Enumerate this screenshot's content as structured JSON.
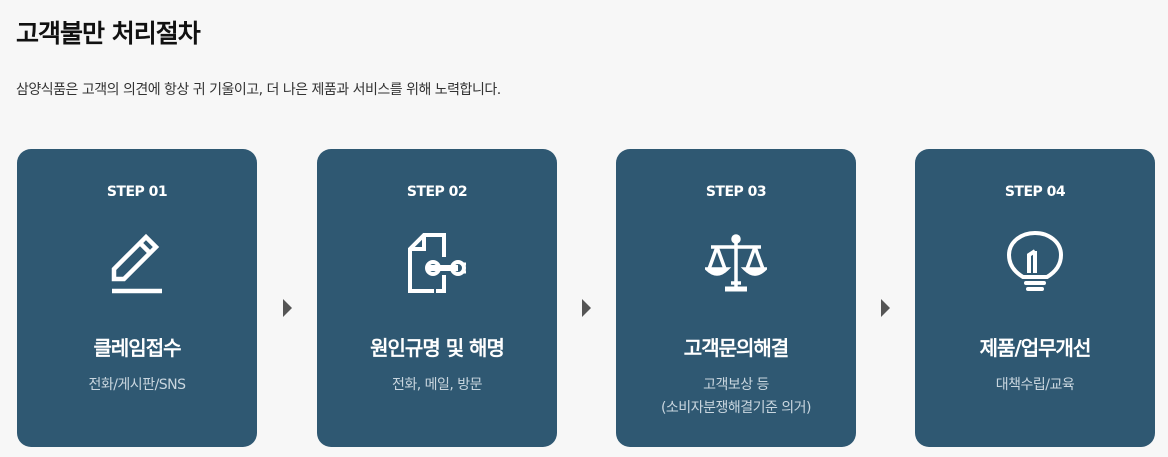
{
  "page": {
    "title": "고객불만 처리절차",
    "description": "삼양식품은 고객의 의견에 항상 귀 기울이고, 더 나은 제품과 서비스를 위해 노력합니다."
  },
  "steps": [
    {
      "step": "STEP 01",
      "icon": "pencil-icon",
      "name": "클레임접수",
      "sub": [
        "전화/게시판/SNS"
      ]
    },
    {
      "step": "STEP 02",
      "icon": "document-wrench-icon",
      "name": "원인규명 및 해명",
      "sub": [
        "전화, 메일, 방문"
      ]
    },
    {
      "step": "STEP 03",
      "icon": "scale-icon",
      "name": "고객문의해결",
      "sub": [
        "고객보상 등",
        "(소비자분쟁해결기준 의거)"
      ]
    },
    {
      "step": "STEP 04",
      "icon": "lightbulb-icon",
      "name": "제품/업무개선",
      "sub": [
        "대책수립/교육"
      ]
    }
  ],
  "colors": {
    "card_bg": "#2f5872",
    "page_bg": "#f7f7f7",
    "arrow": "#555555"
  }
}
